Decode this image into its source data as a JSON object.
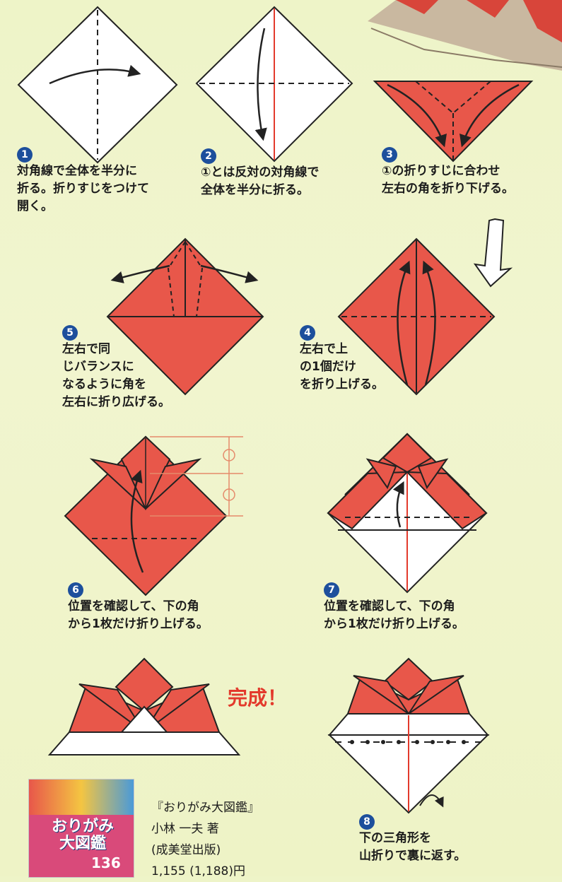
{
  "colors": {
    "paper_front": "#e8574a",
    "paper_back": "#ffffff",
    "line": "#1a1a1a",
    "badge": "#1d4f9c",
    "done": "#e33a2c"
  },
  "steps": [
    {
      "number": "1",
      "text": "対角線で全体を半分に\n折る。折りすじをつけて\n開く。"
    },
    {
      "number": "2",
      "text": "①とは反対の対角線で\n全体を半分に折る。"
    },
    {
      "number": "3",
      "text": "①の折りすじに合わせ\n左右の角を折り下げる。"
    },
    {
      "number": "4",
      "text": "左右で上\nの1個だけ\nを折り上げる。"
    },
    {
      "number": "5",
      "text": "左右で同\nじバランスに\nなるように角を\n左右に折り広げる。"
    },
    {
      "number": "6",
      "text": "位置を確認して、下の角\nから1枚だけ折り上げる。"
    },
    {
      "number": "7",
      "text": "位置を確認して、下の角\nから1枚だけ折り上げる。"
    },
    {
      "number": "8",
      "text": "下の三角形を\n山折りで裏に返す。"
    }
  ],
  "completion": "完成！",
  "book": {
    "cover_title": "おりがみ\n大図鑑",
    "cover_count": "136",
    "title": "『おりがみ大図鑑』",
    "author": "小林 一夫 著",
    "publisher": "(成美堂出版)",
    "price": "1,155 (1,188)円"
  }
}
